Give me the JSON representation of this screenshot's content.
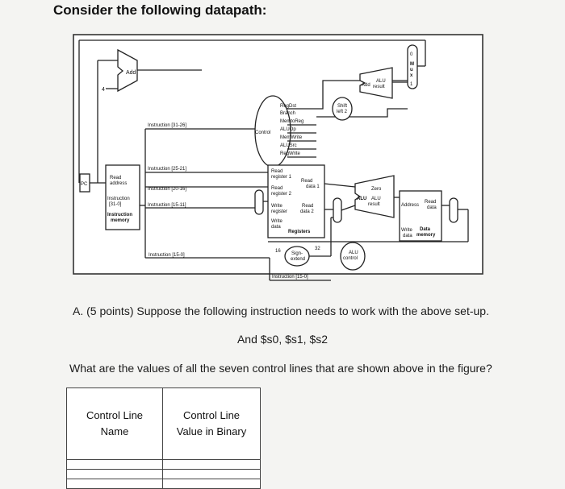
{
  "heading": "Consider the following datapath:",
  "diagram": {
    "add_top": "Add",
    "four": "4",
    "pc": "PC",
    "read_address": [
      "Read",
      "address"
    ],
    "instruction_31_0": [
      "Instruction",
      "[31-0]"
    ],
    "instruction_memory": [
      "Instruction",
      "memory"
    ],
    "instr_31_26": "Instruction [31-26]",
    "instr_25_21": "Instruction [25-21]",
    "instr_20_16": "Instruction [20-16]",
    "instr_15_11": "Instruction [15-11]",
    "instr_15_0_a": "Instruction [15-0]",
    "instr_15_0_b": "Instruction [15-0]",
    "control": "Control",
    "control_lines": [
      "RegDst",
      "Branch",
      "MemtoReg",
      "ALUOp",
      "MemWrite",
      "ALUSrc",
      "RegWrite"
    ],
    "read_register_1": [
      "Read",
      "register 1"
    ],
    "read_register_2": [
      "Read",
      "register 2"
    ],
    "read_data_1": [
      "Read",
      "data 1"
    ],
    "read_data_2": [
      "Read",
      "data 2"
    ],
    "write_register": [
      "Write",
      "register"
    ],
    "write_data": [
      "Write",
      "data"
    ],
    "registers": "Registers",
    "sixteen": "16",
    "thirty_two": "32",
    "sign_extend": [
      "Sign-",
      "extend"
    ],
    "shift_left_2": [
      "Shift",
      "left 2"
    ],
    "add_alu": "Add",
    "alu_result_top": [
      "ALU",
      "result"
    ],
    "zero": "Zero",
    "alu": "ALU",
    "alu_result": [
      "ALU",
      "result"
    ],
    "alu_control": [
      "ALU",
      "control"
    ],
    "address": "Address",
    "read_data_mem": [
      "Read",
      "data"
    ],
    "write_data_mem": [
      "Write",
      "data"
    ],
    "data_memory": [
      "Data",
      "memory"
    ],
    "mux_letters": [
      "M",
      "u",
      "x"
    ],
    "mux_zero": "0",
    "mux_one": "1"
  },
  "question": {
    "part_a": "A. (5 points) Suppose the following instruction needs to work with the above set-up.",
    "instruction": "And $s0, $s1, $s2",
    "prompt": "What are the values of all the seven control lines that are shown above in the figure?"
  },
  "table": {
    "col1": [
      "Control Line",
      "Name"
    ],
    "col2": [
      "Control Line",
      "Value in Binary"
    ]
  }
}
